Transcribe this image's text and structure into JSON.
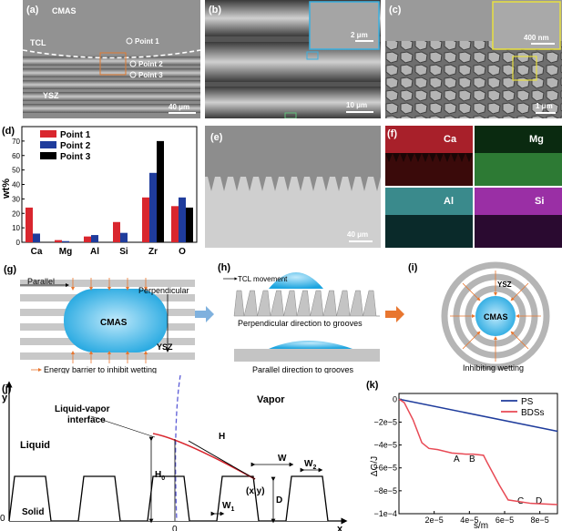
{
  "panels": {
    "a": {
      "label": "(a)",
      "cmas": "CMAS",
      "tcl": "TCL",
      "point1": "Point 1",
      "point2": "Point 2",
      "point3": "Point 3",
      "ysz": "YSZ",
      "scale": "40 μm"
    },
    "b": {
      "label": "(b)",
      "inset_scale": "2 μm",
      "scale": "10 μm"
    },
    "c": {
      "label": "(c)",
      "inset_scale": "400 nm",
      "scale": "1 μm"
    },
    "d": {
      "label": "(d)"
    },
    "e": {
      "label": "(e)",
      "scale": "40 μm"
    },
    "f": {
      "label": "(f)",
      "ca": "Ca",
      "mg": "Mg",
      "al": "Al",
      "si": "Si"
    },
    "g": {
      "label": "(g)",
      "parallel": "Parallel",
      "perpendicular": "Perpendicular",
      "cmas": "CMAS",
      "ysz": "YSZ",
      "caption": "Energy barrier to inhibit wetting"
    },
    "h": {
      "label": "(h)",
      "tcl": "TCL movement",
      "perp": "Perpendicular direction to grooves",
      "para": "Parallel direction to grooves"
    },
    "i": {
      "label": "(i)",
      "ysz": "YSZ",
      "cmas": "CMAS",
      "caption": "Inhibiting wetting"
    },
    "j": {
      "label": "(j)",
      "y": "y",
      "x": "x",
      "zero_y": "0",
      "zero_x": "0",
      "liquid": "Liquid",
      "vapor": "Vapor",
      "interface1": "Liquid-vapor",
      "interface2": "interface",
      "h": "H",
      "h0": "H",
      "h0sub": "0",
      "xy": "(x,y)",
      "w": "W",
      "w1": "W",
      "w1sub": "1",
      "w2": "W",
      "w2sub": "2",
      "d": "D",
      "solid": "Solid"
    },
    "k": {
      "label": "(k)",
      "ylabel": "ΔG/J",
      "xlabel": "s/m",
      "a": "A",
      "b": "B",
      "c": "C",
      "d": "D"
    }
  },
  "chart_data": [
    {
      "type": "bar",
      "ylabel": "wt%",
      "categories": [
        "Ca",
        "Mg",
        "Al",
        "Si",
        "Zr",
        "O"
      ],
      "ylim": [
        0,
        80
      ],
      "yticks": [
        "0",
        "10",
        "20",
        "30",
        "40",
        "50",
        "60",
        "70"
      ],
      "series": [
        {
          "name": "Point 1",
          "color": "#d9262e",
          "values": [
            24,
            1.5,
            4,
            14,
            31,
            25
          ]
        },
        {
          "name": "Point 2",
          "color": "#1f3c9c",
          "values": [
            6,
            0.8,
            5,
            6.5,
            48,
            31
          ]
        },
        {
          "name": "Point 3",
          "color": "#000000",
          "values": [
            0,
            0,
            0,
            0,
            70,
            24
          ]
        }
      ],
      "legend": "top-left"
    },
    {
      "type": "line",
      "ylabel": "ΔG/J",
      "xlabel": "s/m",
      "xlim": [
        0,
        9e-05
      ],
      "ylim": [
        -0.0001,
        5e-06
      ],
      "xticks": [
        {
          "v": 2e-05,
          "t": "2e−5"
        },
        {
          "v": 4e-05,
          "t": "4e−5"
        },
        {
          "v": 6e-05,
          "t": "6e−5"
        },
        {
          "v": 8e-05,
          "t": "8e−5"
        }
      ],
      "yticks": [
        {
          "v": 0,
          "t": "0"
        },
        {
          "v": -2e-05,
          "t": "−2e−5"
        },
        {
          "v": -4e-05,
          "t": "−4e−5"
        },
        {
          "v": -6e-05,
          "t": "−6e−5"
        },
        {
          "v": -8e-05,
          "t": "−8e−5"
        },
        {
          "v": -0.0001,
          "t": "−1e−4"
        }
      ],
      "series": [
        {
          "name": "PS",
          "color": "#1f3c9c",
          "x": [
            0,
            9e-05
          ],
          "y": [
            0,
            -2.8e-05
          ]
        },
        {
          "name": "BDSs",
          "color": "#e84a55",
          "x": [
            0,
            3e-06,
            8e-06,
            1.3e-05,
            1.7e-05,
            2.2e-05,
            3e-05,
            3.8e-05,
            4.2e-05,
            4.8e-05,
            5e-05,
            5.7e-05,
            6.2e-05,
            7.5e-05,
            9e-05
          ],
          "y": [
            0,
            -3e-06,
            -1.8e-05,
            -3.8e-05,
            -4.3e-05,
            -4.4e-05,
            -4.7e-05,
            -4.8e-05,
            -4.8e-05,
            -4.9e-05,
            -5.5e-05,
            -7.5e-05,
            -8.8e-05,
            -9.1e-05,
            -9.2e-05
          ]
        }
      ],
      "legend": "top-right"
    }
  ]
}
